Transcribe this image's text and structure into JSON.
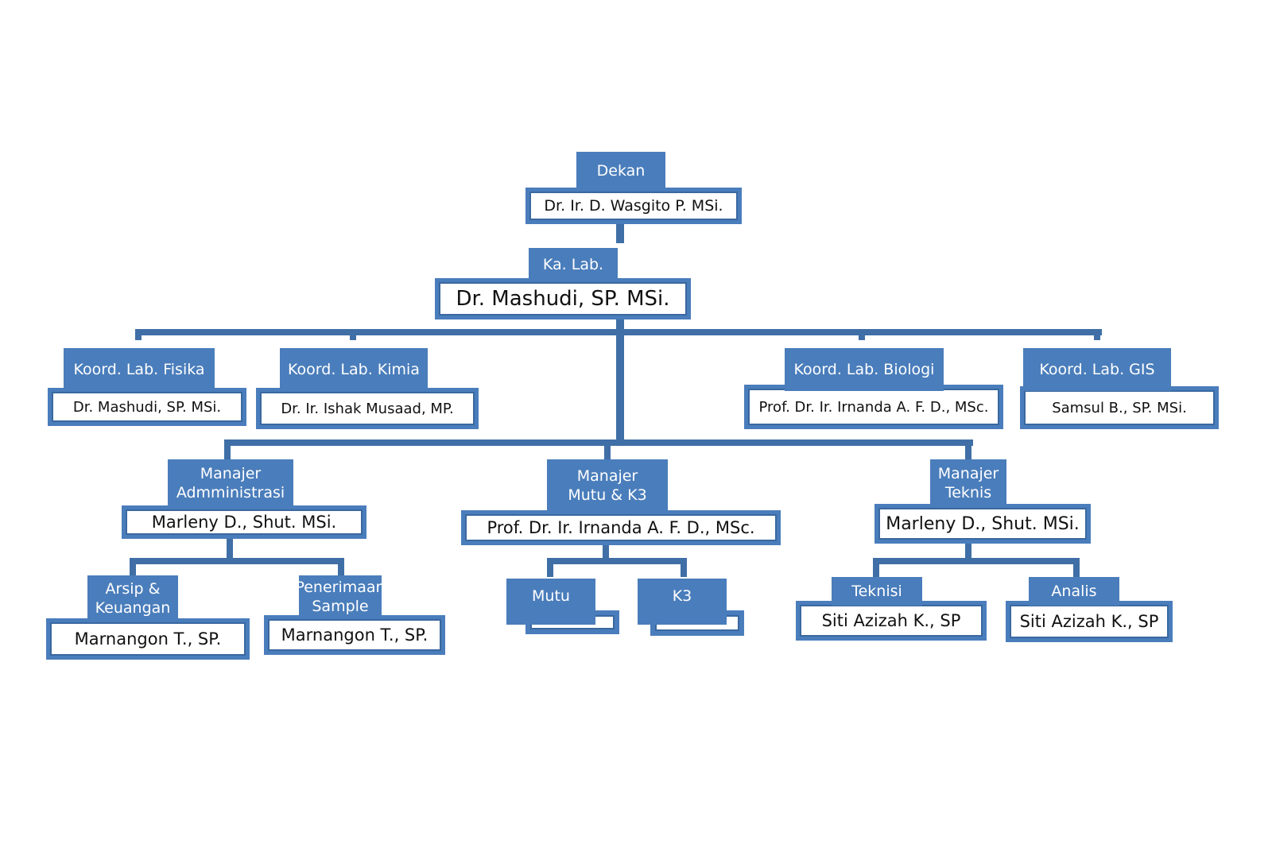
{
  "org_chart": {
    "colors": {
      "box": "#4a7dbb",
      "line": "#3f6fa6"
    },
    "nodes": [
      {
        "id": "dekan",
        "role": "Dekan",
        "name": "Dr. Ir. D. Wasgito P. MSi."
      },
      {
        "id": "ka-lab",
        "role": "Ka. Lab.",
        "name": "Dr. Mashudi, SP. MSi."
      },
      {
        "id": "koord-fisika",
        "role": "Koord.  Lab. Fisika",
        "name": "Dr. Mashudi, SP. MSi."
      },
      {
        "id": "koord-kimia",
        "role": "Koord. Lab. Kimia",
        "name": "Dr. Ir. Ishak Musaad, MP."
      },
      {
        "id": "koord-biologi",
        "role": "Koord. Lab. Biologi",
        "name": "Prof. Dr.  Ir. Irnanda A. F. D., MSc."
      },
      {
        "id": "koord-gis",
        "role": "Koord. Lab. GIS",
        "name": "Samsul B., SP. MSi."
      },
      {
        "id": "manajer-admin",
        "role": "Manajer\nAdmministrasi",
        "name": "Marleny D., Shut. MSi."
      },
      {
        "id": "manajer-mutu",
        "role": "Manajer\nMutu & K3",
        "name": "Prof. Dr. Ir. Irnanda A. F. D., MSc."
      },
      {
        "id": "manajer-teknis",
        "role": "Manajer\nTeknis",
        "name": "Marleny D., Shut. MSi."
      },
      {
        "id": "arsip",
        "role": "Arsip &\nKeuangan",
        "name": "Marnangon T., SP."
      },
      {
        "id": "penerimaan",
        "role": "Penerimaan\nSample",
        "name": "Marnangon T., SP."
      },
      {
        "id": "mutu",
        "role": "Mutu",
        "name": ""
      },
      {
        "id": "k3",
        "role": "K3",
        "name": ""
      },
      {
        "id": "teknisi",
        "role": "Teknisi",
        "name": "Siti Azizah K., SP"
      },
      {
        "id": "analis",
        "role": "Analis",
        "name": "Siti Azizah K., SP"
      }
    ]
  }
}
